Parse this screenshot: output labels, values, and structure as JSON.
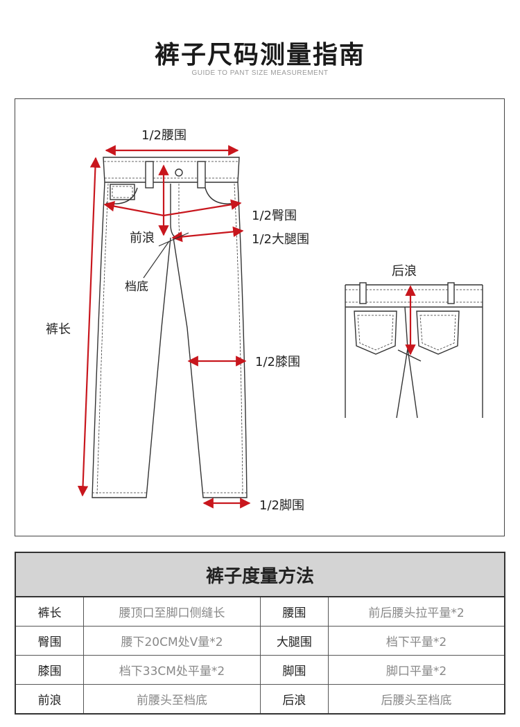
{
  "header": {
    "title": "裤子尺码测量指南",
    "subtitle": "GUIDE TO PANT SIZE MEASUREMENT"
  },
  "diagram": {
    "labels": {
      "waist": "1/2腰围",
      "hip": "1/2臀围",
      "front_rise": "前浪",
      "thigh": "1/2大腿围",
      "crotch": "档底",
      "length": "裤长",
      "knee": "1/2膝围",
      "hem": "1/2脚围",
      "back_rise": "后浪"
    },
    "colors": {
      "arrow": "#c8161d",
      "line": "#333333"
    }
  },
  "table": {
    "heading": "裤子度量方法",
    "rows": [
      {
        "k1": "裤长",
        "v1": "腰顶口至脚口侧缝长",
        "k2": "腰围",
        "v2": "前后腰头拉平量*2"
      },
      {
        "k1": "臀围",
        "v1": "腰下20CM处V量*2",
        "k2": "大腿围",
        "v2": "档下平量*2"
      },
      {
        "k1": "膝围",
        "v1": "档下33CM处平量*2",
        "k2": "脚围",
        "v2": "脚口平量*2"
      },
      {
        "k1": "前浪",
        "v1": "前腰头至档底",
        "k2": "后浪",
        "v2": "后腰头至档底"
      }
    ]
  }
}
